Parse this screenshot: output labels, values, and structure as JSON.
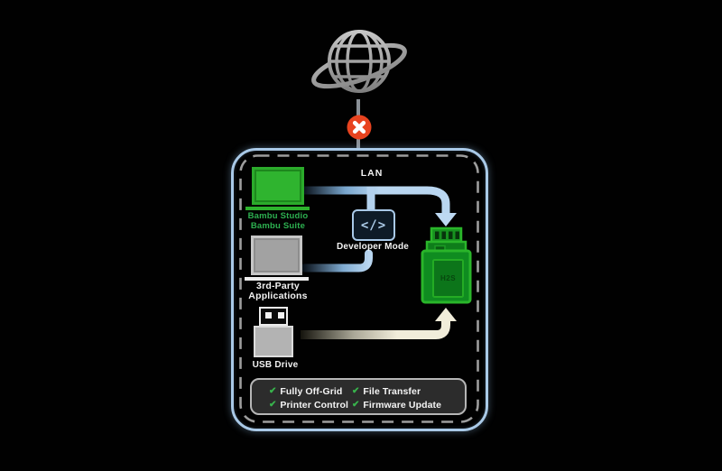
{
  "internet": {
    "globe_icon": "globe-with-orbit",
    "blocked_icon": "x-circle",
    "blocked_color": "#e8431f"
  },
  "network": {
    "lan_label": "LAN",
    "developer_mode": {
      "glyph": "</>",
      "label": "Developer Mode"
    }
  },
  "nodes": {
    "bambu_software": {
      "label_line1": "Bambu Studio",
      "label_line2": "Bambu Suite"
    },
    "third_party": {
      "label_line1": "3rd-Party",
      "label_line2": "Applications"
    },
    "usb": {
      "label": "USB Drive"
    },
    "printer": {
      "label": "H2S"
    }
  },
  "features": {
    "check_glyph": "✔",
    "items": [
      {
        "label": "Fully Off-Grid"
      },
      {
        "label": "File Transfer"
      },
      {
        "label": "Printer Control"
      },
      {
        "label": "Firmware Update"
      }
    ]
  },
  "colors": {
    "accent_blue": "#b9d6f0",
    "bambu_green": "#2db150",
    "printer_green": "#2ab52a",
    "blocked_red": "#e8431f",
    "usb_path_cream": "#f1edda",
    "boundary_blue": "#a9c9e7",
    "dash_gray": "#9d9d9d"
  }
}
